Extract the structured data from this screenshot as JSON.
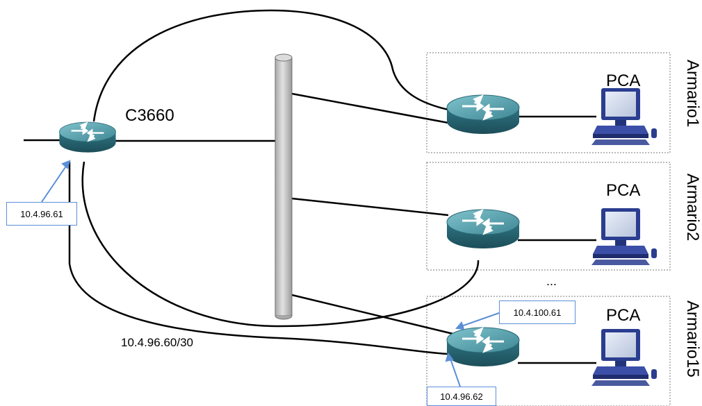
{
  "router_label": "C3660",
  "subnet_label": "10.4.96.60/30",
  "ellipsis": "...",
  "cabinets": [
    {
      "name": "Armario1",
      "pc_label": "PCA"
    },
    {
      "name": "Armario2",
      "pc_label": "PCA"
    },
    {
      "name": "Armario15",
      "pc_label": "PCA"
    }
  ],
  "ip_boxes": {
    "core_router": "10.4.96.61",
    "armario15_top": "10.4.100.61",
    "armario15_bottom": "10.4.96.62"
  },
  "colors": {
    "router_top": "#5fa6b2",
    "router_side": "#2d6f7c",
    "switch_bar": "#c8c8c8",
    "pc_body": "#2a3d8f",
    "callout": "#5b8fd6"
  },
  "icons": [
    "router-icon",
    "pc-icon",
    "switch-bar-icon"
  ]
}
